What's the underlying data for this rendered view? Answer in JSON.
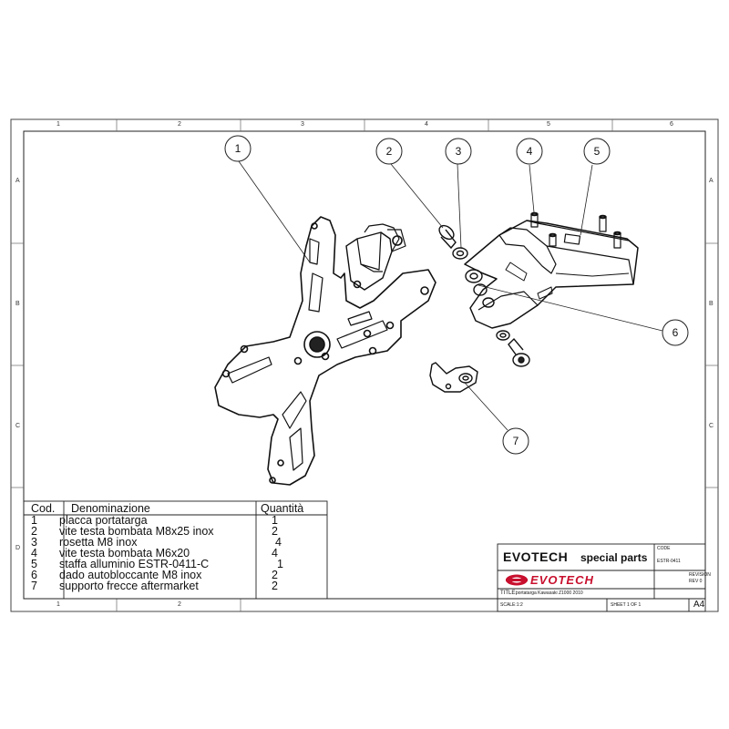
{
  "frame": {
    "top_columns": [
      "1",
      "2",
      "3",
      "4",
      "5",
      "6"
    ],
    "bottom_columns": [
      "1",
      "2"
    ],
    "rows": [
      "A",
      "B",
      "C",
      "D"
    ]
  },
  "balloons": [
    "1",
    "2",
    "3",
    "4",
    "5",
    "6",
    "7"
  ],
  "bom": {
    "headers": {
      "code": "Cod.",
      "name": "Denominazione",
      "qty": "Quantità"
    },
    "items": [
      {
        "code": "1",
        "name": "placca portatarga",
        "qty": "1"
      },
      {
        "code": "2",
        "name": "vite testa bombata M8x25 inox",
        "qty": "2"
      },
      {
        "code": "3",
        "name": "rosetta M8 inox",
        "qty": "4"
      },
      {
        "code": "4",
        "name": "vite testa bombata M6x20",
        "qty": "4"
      },
      {
        "code": "5",
        "name": "staffa alluminio ESTR-0411-C",
        "qty": "1"
      },
      {
        "code": "6",
        "name": "dado autobloccante M8 inox",
        "qty": "2"
      },
      {
        "code": "7",
        "name": "supporto frecce aftermarket",
        "qty": "2"
      }
    ]
  },
  "title_block": {
    "company": "EVOTECH",
    "company_sub": "special parts",
    "logo_text": "EVOTECH",
    "code_label": "CODE",
    "code_value": "ESTR-0411",
    "revision_label": "REVISION",
    "revision_value": "REV 0",
    "title_label": "TITLE:",
    "title_value": "portatarga Kawasaki Z1000 2010",
    "scale": "SCALE:1:2",
    "sheet": "SHEET 1 OF 1",
    "size": "A4"
  }
}
